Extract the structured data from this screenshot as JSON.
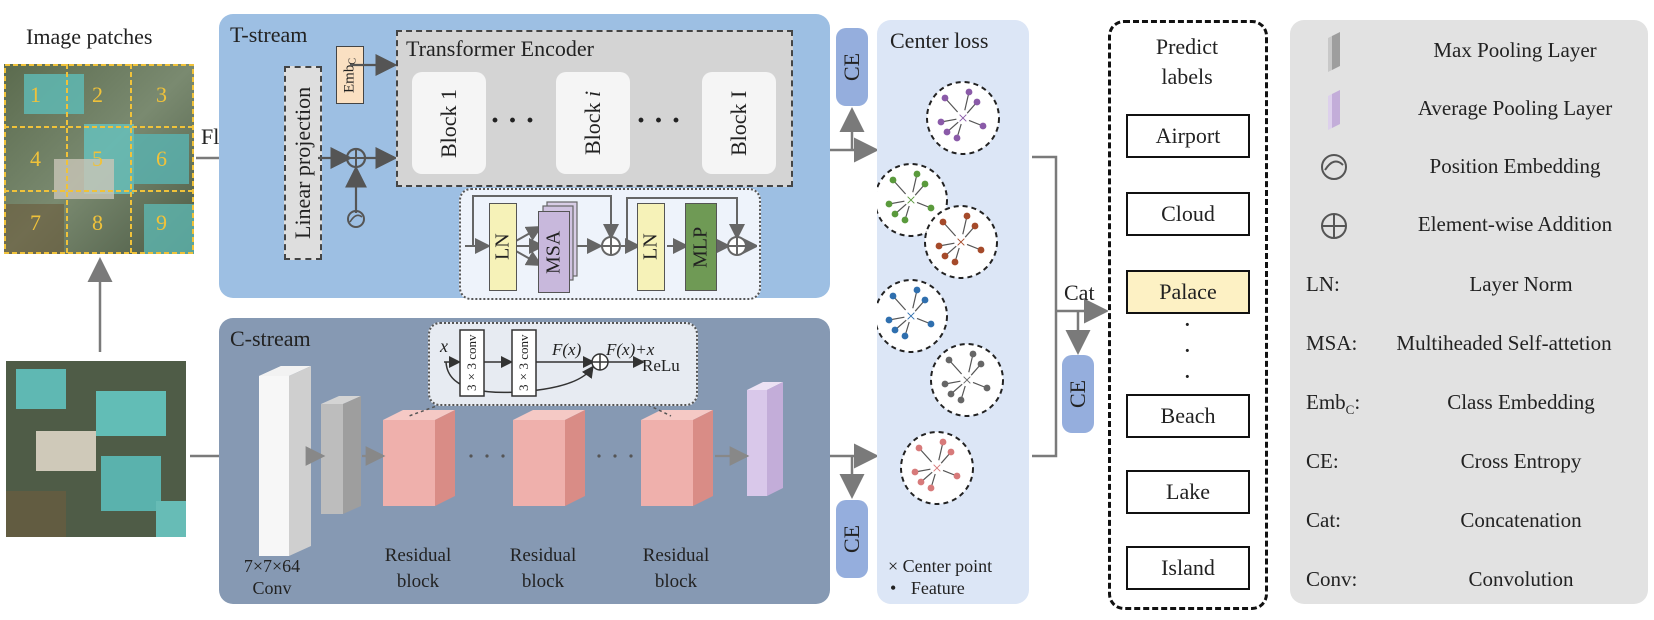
{
  "patches": {
    "title": "Image patches",
    "numbers": [
      "1",
      "2",
      "3",
      "4",
      "5",
      "6",
      "7",
      "8",
      "9"
    ]
  },
  "flow": {
    "flatten": "Flatten",
    "cat": "Cat"
  },
  "tstream": {
    "title": "T-stream",
    "linear_projection": "Linear projection",
    "emb_main": "Emb",
    "emb_sub": "C",
    "encoder_title": "Transformer Encoder",
    "block1": "Block 1",
    "blocki_main": "Block ",
    "blocki_var": "i",
    "blockI": "Block I",
    "dots": "· · ·",
    "ln": "LN",
    "msa": "MSA",
    "ln2": "LN",
    "mlp": "MLP"
  },
  "cstream": {
    "title": "C-stream",
    "conv_main": "7×7×64",
    "conv_sub": "Conv",
    "residual1": [
      "Residual",
      "block"
    ],
    "residual2": [
      "Residual",
      "block"
    ],
    "residual3": [
      "Residual",
      "block"
    ],
    "res_x": "x",
    "res_conv1": "3×3 conv",
    "res_conv2": "3×3 conv",
    "res_fx": "F(x)",
    "res_fx_plus_x": "F(x)+x",
    "res_relu": "ReLu"
  },
  "ce_label": "CE",
  "center": {
    "title": "Center loss",
    "legend_center": "Center point",
    "legend_feature": "Feature",
    "clusters": [
      {
        "color": "#8a5aa8"
      },
      {
        "color": "#5a9a3c"
      },
      {
        "color": "#a54a2a"
      },
      {
        "color": "#2f6fae"
      },
      {
        "color": "#666666"
      },
      {
        "color": "#d77a7a"
      }
    ]
  },
  "predict": {
    "title": [
      "Predict",
      "labels"
    ],
    "labels": [
      "Airport",
      "Cloud",
      "Palace",
      "Beach",
      "Lake",
      "Island"
    ],
    "highlight_color": "#fdf1c4"
  },
  "legend": {
    "items": [
      {
        "key": "",
        "value": "Max Pooling Layer"
      },
      {
        "key": "",
        "value": "Average Pooling Layer"
      },
      {
        "key": "",
        "value": "Position Embedding"
      },
      {
        "key": "",
        "value": "Element-wise Addition"
      },
      {
        "key": "LN:",
        "value": "Layer Norm"
      },
      {
        "key": "MSA:",
        "value": "Multiheaded Self-attetion"
      },
      {
        "key": "Emb",
        "key_sub": "C",
        "key_tail": ":",
        "value": "Class Embedding"
      },
      {
        "key": "CE:",
        "value": "Cross Entropy"
      },
      {
        "key": "Cat:",
        "value": "Concatenation"
      },
      {
        "key": "Conv:",
        "value": "Convolution"
      }
    ]
  },
  "colors": {
    "tstream": "#9dbfe3",
    "cstream": "#8699b3",
    "center": "#dce6f6",
    "ce": "#95aedd",
    "ln": "#f6f2b8",
    "msa": "#c8b8dc",
    "mlp": "#6f9a55",
    "residual": "#efb0ac",
    "avgpool": "#d9c8ea"
  }
}
